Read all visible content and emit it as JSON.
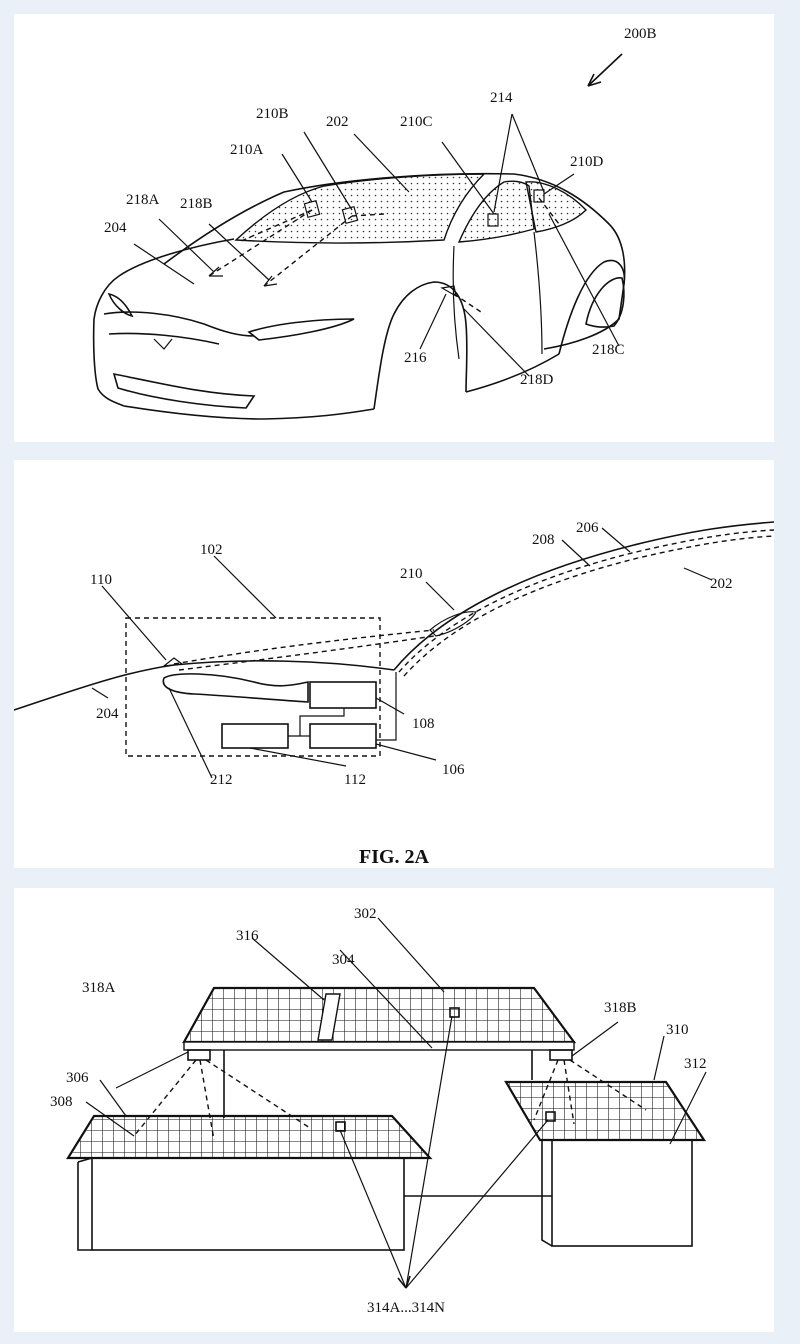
{
  "fig1": {
    "ref_main": "200B",
    "labels": {
      "l202": "202",
      "l204": "204",
      "l210A": "210A",
      "l210B": "210B",
      "l210C": "210C",
      "l210D": "210D",
      "l214": "214",
      "l216": "216",
      "l218A": "218A",
      "l218B": "218B",
      "l218C": "218C",
      "l218D": "218D"
    }
  },
  "fig2": {
    "title": "FIG. 2A",
    "labels": {
      "l102": "102",
      "l110": "110",
      "l204": "204",
      "l210": "210",
      "l208": "208",
      "l206": "206",
      "l202": "202",
      "l108": "108",
      "l212": "212",
      "l112": "112",
      "l106": "106"
    }
  },
  "fig3": {
    "labels": {
      "l302": "302",
      "l304": "304",
      "l316": "316",
      "l318A": "318A",
      "l318B": "318B",
      "l306": "306",
      "l308": "308",
      "l310": "310",
      "l312": "312",
      "l314": "314A...314N"
    }
  },
  "colors": {
    "background": "#e9f0f8",
    "panel": "#ffffff",
    "ink": "#111111"
  }
}
